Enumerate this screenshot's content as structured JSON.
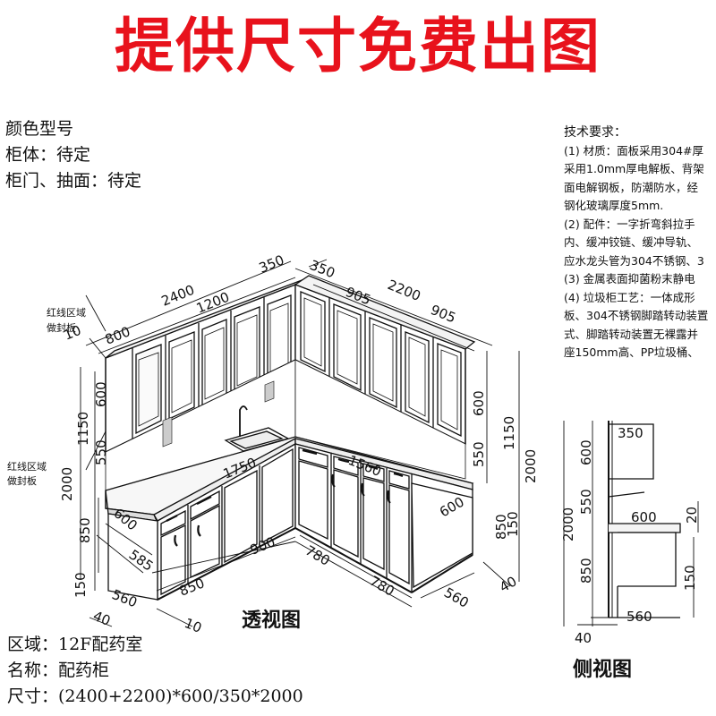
{
  "banner": "提供尺寸免费出图",
  "info": {
    "line1": "颜色型号",
    "line2": "柜体：待定",
    "line3": "柜门、抽面：待定"
  },
  "tech": {
    "head": "技术要求：",
    "l1": "(1) 材质：面板采用304#厚",
    "l2": "采用1.0mm厚电解板、背架",
    "l3": "面电解钢板，防潮防水，经",
    "l4": "钢化玻璃厚度5mm.",
    "l5": "(2) 配件：一字折弯斜拉手",
    "l6": "内、缓冲铰链、缓冲导轨、",
    "l7": "应水龙头管为304不锈钢、3",
    "l8": "(3) 金属表面抑菌粉末静电",
    "l9": "(4) 垃圾柜工艺：一体成形",
    "l10": "板、304不锈钢脚踏转动装置",
    "l11": "式、脚踏转动装置无裸露并",
    "l12": "座150mm高、PP垃圾桶、"
  },
  "notes": {
    "red_area_top": "红线区域",
    "seal_top": "做封板",
    "red_area_bottom": "红线区域",
    "seal_bottom": "做封板"
  },
  "dims": {
    "d2400": "2400",
    "d350a": "350",
    "d350b": "350",
    "d2200": "2200",
    "d1200": "1200",
    "d905a": "905",
    "d905b": "905",
    "d800": "800",
    "d10a": "10",
    "d600a": "600",
    "d1150a": "1150",
    "d550a": "550",
    "d2000a": "2000",
    "d850a": "850",
    "d1750": "1750",
    "d1560": "1560",
    "d600b": "600",
    "d600c": "600",
    "d585": "585",
    "d900": "900",
    "d780a": "780",
    "d780b": "780",
    "d850b": "850",
    "d560a": "560",
    "d150a": "150",
    "d40a": "40",
    "d10b": "10",
    "d560b": "560",
    "d40b": "40",
    "d600d": "600",
    "d1150b": "1150",
    "d550b": "550",
    "d2000b": "2000",
    "d850c": "850",
    "d150b": "150",
    "s350": "350",
    "s600": "600",
    "s550": "550",
    "s600b": "600",
    "s20": "20",
    "s2000": "2000",
    "s850": "850",
    "s150": "150",
    "s560": "560",
    "s40": "40"
  },
  "titles": {
    "perspective": "透视图",
    "side": "侧视图"
  },
  "footer": {
    "region": "区域：12F配药室",
    "name": "名称：配药柜",
    "size": "尺寸：(2400+2200)*600/350*2000"
  }
}
